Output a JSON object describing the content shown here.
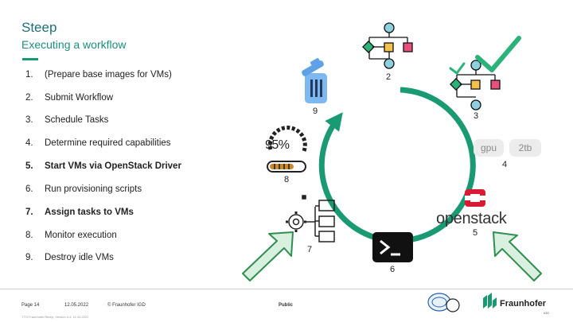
{
  "header": {
    "title": "Steep",
    "subtitle": "Executing a workflow"
  },
  "steps": [
    {
      "num": "1.",
      "text": "(Prepare base images for VMs)",
      "bold": false
    },
    {
      "num": "2.",
      "text": "Submit Workflow",
      "bold": false
    },
    {
      "num": "3.",
      "text": "Schedule Tasks",
      "bold": false
    },
    {
      "num": "4.",
      "text": "Determine required capabilities",
      "bold": false
    },
    {
      "num": "5.",
      "text": "Start VMs via OpenStack Driver",
      "bold": true
    },
    {
      "num": "6.",
      "text": "Run provisioning scripts",
      "bold": false
    },
    {
      "num": "7.",
      "text": "Assign tasks to VMs",
      "bold": true
    },
    {
      "num": "8.",
      "text": "Monitor execution",
      "bold": false
    },
    {
      "num": "9.",
      "text": "Destroy idle VMs",
      "bold": false
    }
  ],
  "diagram": {
    "labels": {
      "l2": "2",
      "l3": "3",
      "l4": "4",
      "l5": "5",
      "l6": "6",
      "l7": "7",
      "l8": "8",
      "l9": "9"
    },
    "chips": {
      "gpu": "gpu",
      "tb": "2tb"
    },
    "progress_text": "95%",
    "openstack_text": "openstack",
    "terminal_prompt": ">_"
  },
  "colors": {
    "accent_green": "#1a9a72",
    "title_teal": "#1f6f7a",
    "arrow_fill": "#d9efdf",
    "arrow_stroke": "#2f8f4f",
    "openstack_red": "#da1a32"
  },
  "footer": {
    "page": "Page 14",
    "date": "12.05.2022",
    "copyright": "© Fraunhofer IGD",
    "classification": "Public",
    "small": "TTO Fraunhofer/Steep, Version 4.4, 11.04.2022",
    "brand": "Fraunhofer",
    "brand_sub": "IGD"
  }
}
